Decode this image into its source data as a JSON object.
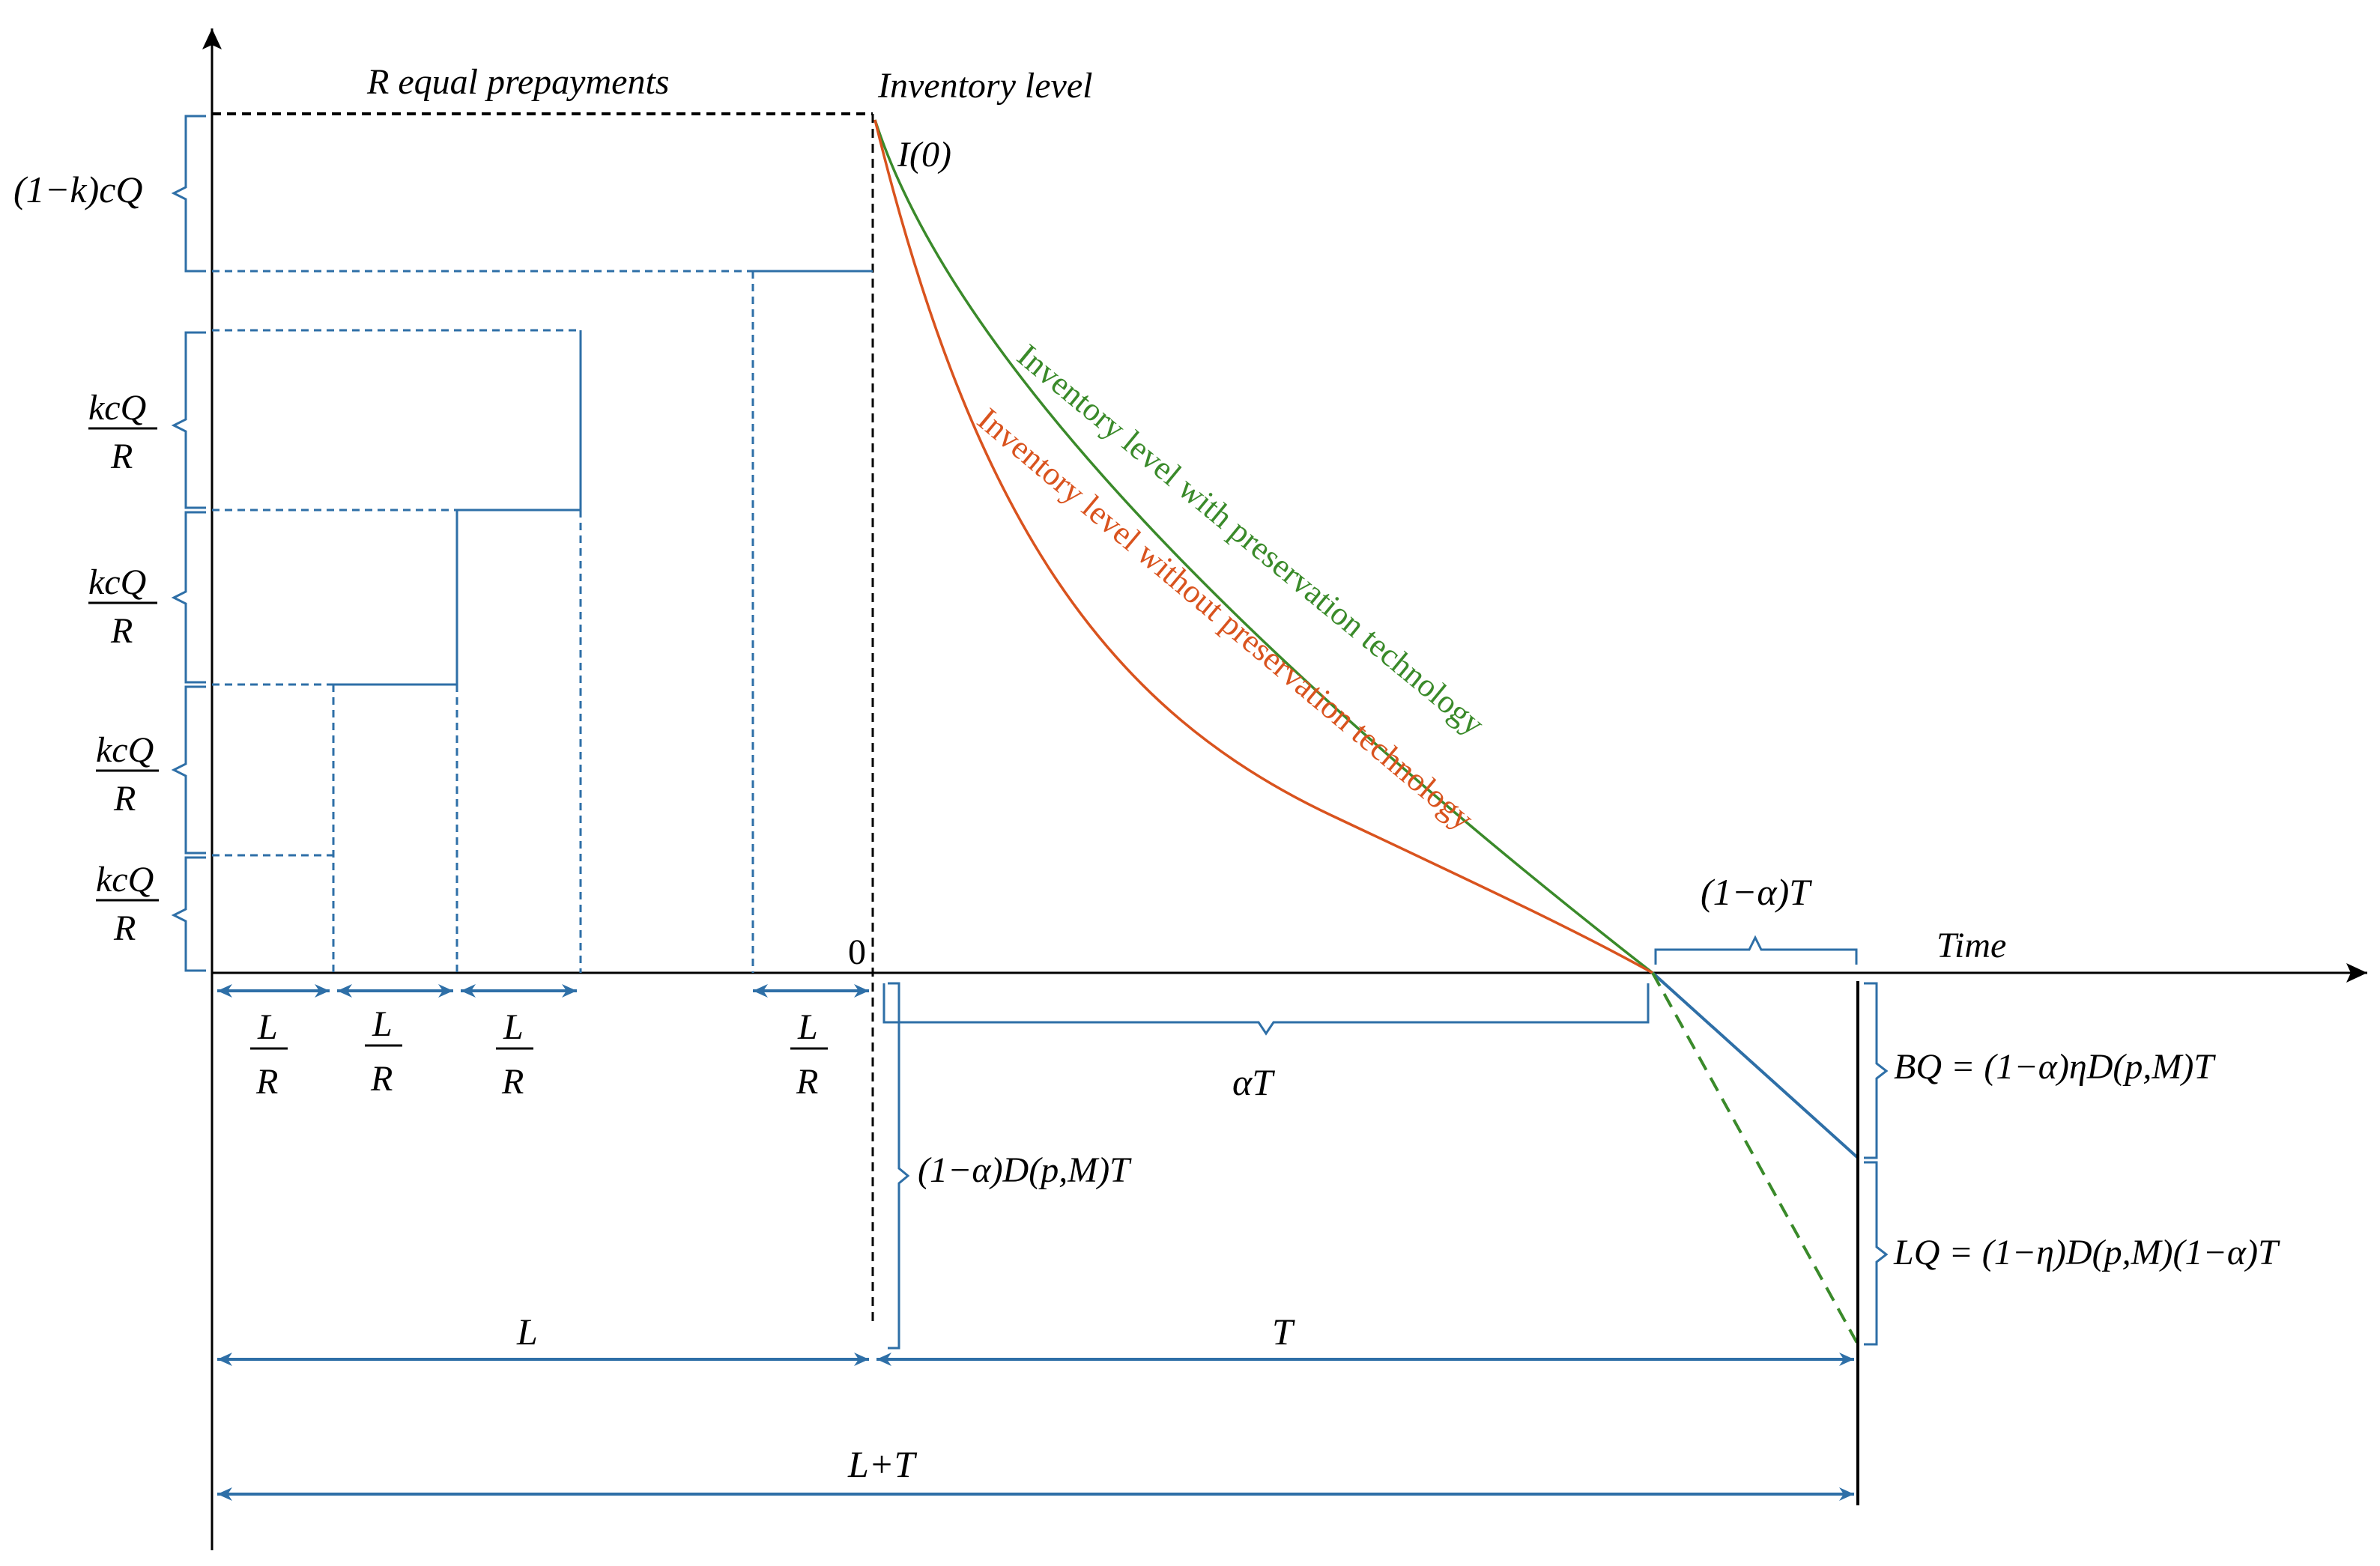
{
  "labels": {
    "prepayments": "R equal prepayments",
    "inventory_level": "Inventory level",
    "i0": "I(0)",
    "time": "Time",
    "zero": "0",
    "one_minus_k_cq": "(1−k)cQ",
    "kcq": "kcQ",
    "r_den": "R",
    "l_num": "L",
    "alpha_t": "αT",
    "one_minus_alpha_t": "(1−α)T",
    "backorder_demand": "(1−α)D(p,M)T",
    "bq": "BQ = (1−α)ηD(p,M)T",
    "lq": "LQ = (1−η)D(p,M)(1−α)T",
    "l": "L",
    "t": "T",
    "l_plus_t": "L+T"
  },
  "curves": {
    "with_tech": "Inventory level with preservation technology",
    "without_tech": "Inventory level without preservation technology"
  },
  "colors": {
    "with_tech": "#3a8a2a",
    "without_tech": "#d9531e",
    "blue": "#2e6fa7",
    "black": "#000000"
  }
}
